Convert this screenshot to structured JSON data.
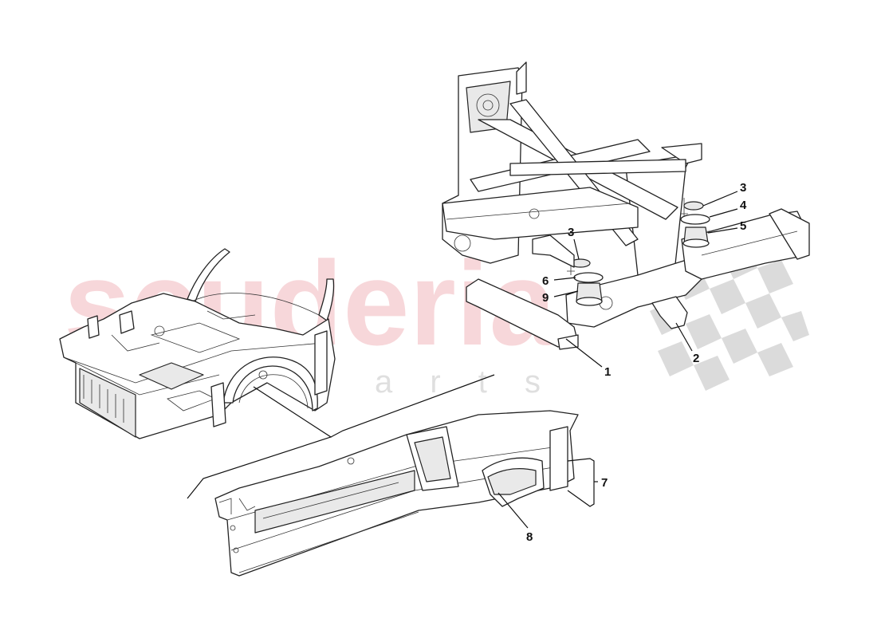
{
  "watermark": {
    "brand": "scuderia",
    "sub": "a r t s",
    "brand_color": "#f2b8bd",
    "check_color": "#cfcfcf"
  },
  "callouts": [
    {
      "id": "1",
      "label": "1"
    },
    {
      "id": "2",
      "label": "2"
    },
    {
      "id": "3a",
      "label": "3"
    },
    {
      "id": "3b",
      "label": "3"
    },
    {
      "id": "4",
      "label": "4"
    },
    {
      "id": "5",
      "label": "5"
    },
    {
      "id": "6",
      "label": "6"
    },
    {
      "id": "7",
      "label": "7"
    },
    {
      "id": "8",
      "label": "8"
    },
    {
      "id": "9",
      "label": "9"
    }
  ]
}
